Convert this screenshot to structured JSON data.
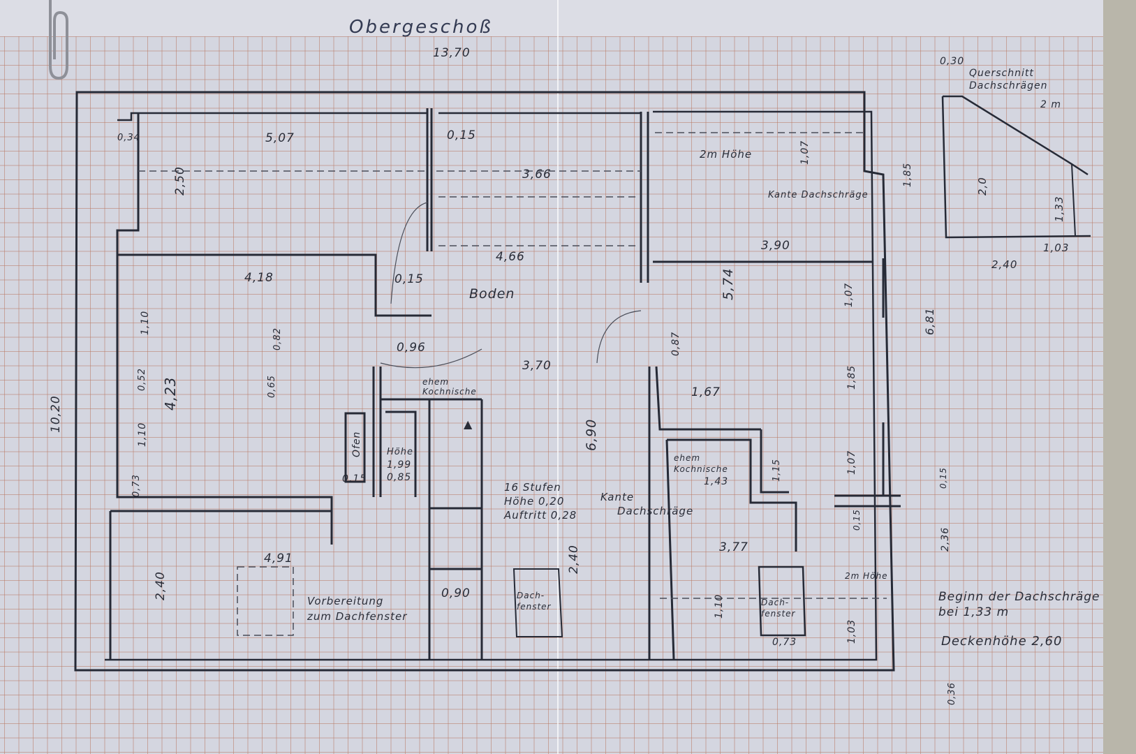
{
  "title": "Obergeschoß",
  "overall": {
    "width": "13,70",
    "height": "10,20",
    "wall_outer_left": "0,34",
    "wall_outer_bottom": "0,36",
    "wall_right_top": "0,30"
  },
  "rooms": {
    "room_top_left": {
      "width": "5,07",
      "height": "2,50"
    },
    "room_mid_left": {
      "width": "4,18",
      "height": "4,23",
      "window_segments": [
        "1,10",
        "0,52",
        "1,10",
        "0,73"
      ],
      "door_segments": [
        "0,82",
        "0,65"
      ]
    },
    "room_bottom_left": {
      "width": "4,91",
      "height": "2,40",
      "note": "Vorbereitung zum Dachfenster"
    },
    "hall": {
      "label": "Boden",
      "width_top": "3,66",
      "width_mid": "4,66",
      "width_low": "3,70",
      "height": "6,90",
      "wall_1": "0,15",
      "wall_2": "0,15",
      "door": "0,96",
      "dim_090": "0,90",
      "dim_240": "2,40"
    },
    "kitchen_niche": {
      "label": "ehem Kochnische",
      "height_label": "Höhe",
      "height": "1,99",
      "width": "0,85",
      "wall": "0,15",
      "oven": "Ofen"
    },
    "stairs": {
      "note_line1": "16 Stufen",
      "note_line2": "Höhe 0,20",
      "note_line3": "Auftritt 0,28"
    },
    "room_top_right": {
      "width": "3,90",
      "height": "5,74",
      "note_height": "2m Höhe",
      "note_edge": "Kante Dachschräge",
      "dims": [
        "1,07",
        "1,85",
        "1,07",
        "1,85",
        "1,07"
      ],
      "door": "0,87",
      "dim_167": "1,67",
      "right_height": "6,81"
    },
    "room_bottom_right": {
      "width": "3,77",
      "niche_label": "ehem Kochnische",
      "niche_width": "1,43",
      "niche_depth": "1,15",
      "note_height": "2m Höhe",
      "dims": [
        "1,10",
        "1,03",
        "0,15"
      ],
      "right_height": "2,36",
      "right_small": "0,15"
    },
    "dachfenster_left": {
      "label_line1": "Dach-",
      "label_line2": "fenster"
    },
    "dachfenster_right": {
      "label_line1": "Dach-",
      "label_line2": "fenster",
      "width": "0,73"
    },
    "edge_note": {
      "line1": "Kante",
      "line2": "Dachschräge"
    }
  },
  "cross_section": {
    "title_line1": "Querschnitt",
    "title_line2": "Dachschrägen",
    "top": "0,30",
    "mark": "2 m",
    "height": "2,0",
    "low_wall": "1,33",
    "base": "2,40",
    "small": "1,03"
  },
  "notes": {
    "line1": "Beginn der Dachschräge",
    "line2": "bei 1,33 m",
    "line3": "Deckenhöhe 2,60"
  },
  "colors": {
    "pencil": "#2a2d38",
    "grid": "#b87864",
    "paper": "#d4d6e0"
  }
}
